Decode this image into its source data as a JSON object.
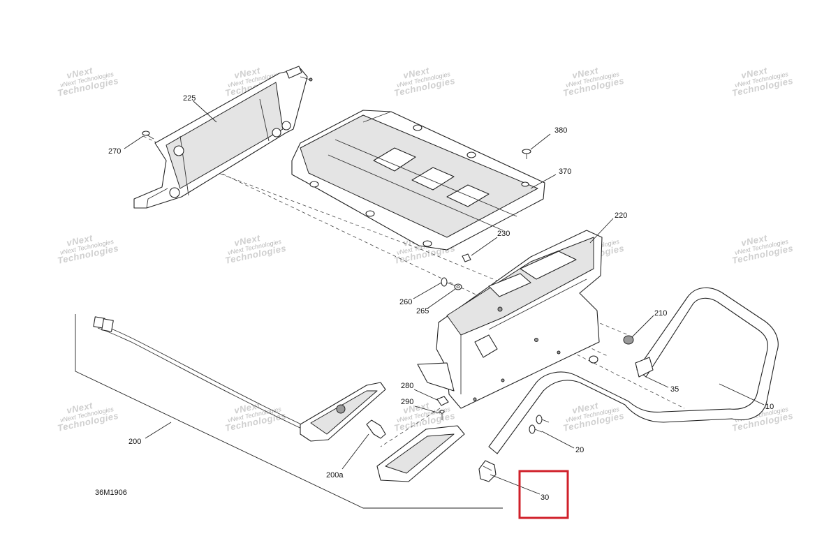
{
  "watermark": {
    "line1": "vNext",
    "line2": "Technologies",
    "line3": "Technologies"
  },
  "diagram_code": "36M1906",
  "callouts": [
    {
      "id": "225",
      "text": "225"
    },
    {
      "id": "270",
      "text": "270"
    },
    {
      "id": "380",
      "text": "380"
    },
    {
      "id": "370",
      "text": "370"
    },
    {
      "id": "220",
      "text": "220"
    },
    {
      "id": "230",
      "text": "230"
    },
    {
      "id": "260",
      "text": "260"
    },
    {
      "id": "265",
      "text": "265"
    },
    {
      "id": "210",
      "text": "210"
    },
    {
      "id": "35",
      "text": "35"
    },
    {
      "id": "10",
      "text": "10"
    },
    {
      "id": "280",
      "text": "280"
    },
    {
      "id": "290",
      "text": "290"
    },
    {
      "id": "200",
      "text": "200"
    },
    {
      "id": "200a",
      "text": "200a"
    },
    {
      "id": "20",
      "text": "20"
    },
    {
      "id": "30",
      "text": "30"
    }
  ],
  "highlight": {
    "target": "30",
    "color": "#d0202a"
  }
}
